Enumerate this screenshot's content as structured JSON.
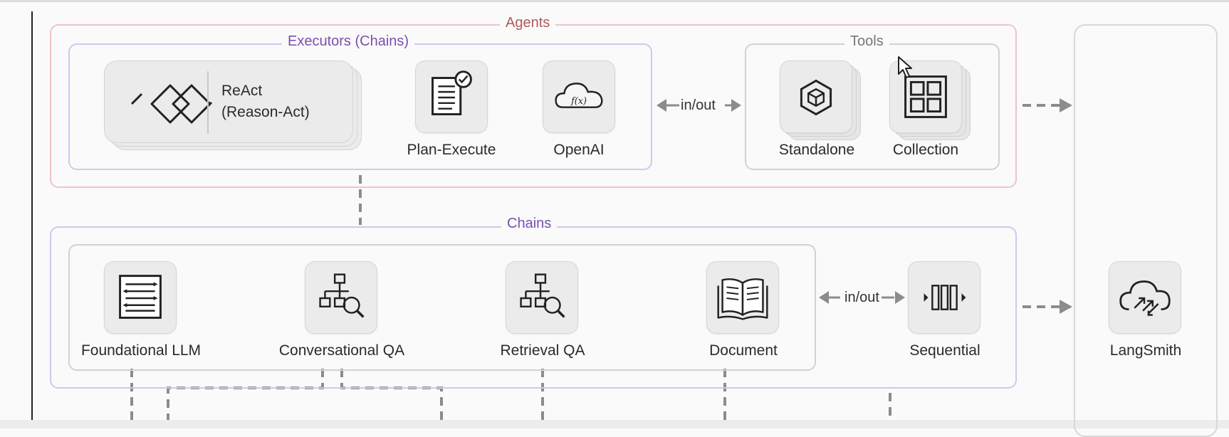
{
  "agents": {
    "title": "Agents"
  },
  "executors": {
    "title": "Executors (Chains)",
    "react_line1": "ReAct",
    "react_line2": "(Reason-Act)",
    "plan_execute": "Plan-Execute",
    "openai": "OpenAI"
  },
  "tools": {
    "title": "Tools",
    "standalone": "Standalone",
    "collection": "Collection"
  },
  "chains": {
    "title": "Chains",
    "foundational": "Foundational LLM",
    "conversational": "Conversational QA",
    "retrieval": "Retrieval QA",
    "document": "Document",
    "sequential": "Sequential"
  },
  "connectors": {
    "in_out_top": "in/out",
    "in_out_bottom": "in/out"
  },
  "langsmith": {
    "label": "LangSmith"
  },
  "colors": {
    "agents_frame": "#f0c4c8",
    "agents_title": "#b05a5a",
    "executors_frame": "#d3c6ee",
    "purple_title": "#7a4fb0",
    "gray_frame": "#d2d2d2",
    "gray_title": "#777777",
    "dash": "#8c8c8c"
  },
  "icons": {
    "react": "react-loop-icon",
    "plan": "document-check-icon",
    "openai": "cloud-function-icon",
    "standalone": "hexagon-cube-icon",
    "collection": "grid-collection-icon",
    "foundational": "text-lines-icon",
    "conversational": "hierarchy-search-icon",
    "retrieval": "hierarchy-search-icon",
    "document": "open-book-icon",
    "sequential": "sequential-bars-icon",
    "langsmith": "cloud-arrows-icon"
  }
}
